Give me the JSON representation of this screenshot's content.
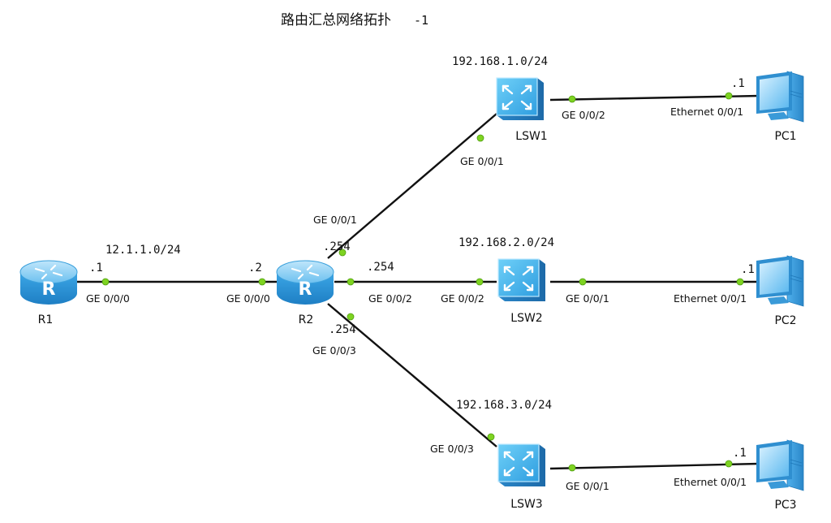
{
  "title": "路由汇总网络拓扑",
  "title_suffix": "-1",
  "networks": {
    "r1_r2": "12.1.1.0/24",
    "lsw1": "192.168.1.0/24",
    "lsw2": "192.168.2.0/24",
    "lsw3": "192.168.3.0/24"
  },
  "devices": {
    "r1": "R1",
    "r2": "R2",
    "lsw1": "LSW1",
    "lsw2": "LSW2",
    "lsw3": "LSW3",
    "pc1": "PC1",
    "pc2": "PC2",
    "pc3": "PC3"
  },
  "ports": {
    "r1_g000": "GE 0/0/0",
    "r2_g000": "GE 0/0/0",
    "r2_g001": "GE 0/0/1",
    "r2_g002": "GE 0/0/2",
    "r2_g003": "GE 0/0/3",
    "lsw1_g001": "GE 0/0/1",
    "lsw1_g002": "GE 0/0/2",
    "lsw2_g002": "GE 0/0/2",
    "lsw2_g001": "GE 0/0/1",
    "lsw3_g003": "GE 0/0/3",
    "lsw3_g001": "GE 0/0/1",
    "pc1_eth": "Ethernet 0/0/1",
    "pc2_eth": "Ethernet 0/0/1",
    "pc3_eth": "Ethernet 0/0/1"
  },
  "addresses": {
    "r1": ".1",
    "r2_g000": ".2",
    "r2_g001": ".254",
    "r2_g002": ".254",
    "r2_g003": ".254",
    "pc1": ".1",
    "pc2": ".1",
    "pc3": ".1"
  },
  "colors": {
    "device_blue": "#3aa7e8",
    "port_green": "#7ed321",
    "link": "#111111"
  }
}
